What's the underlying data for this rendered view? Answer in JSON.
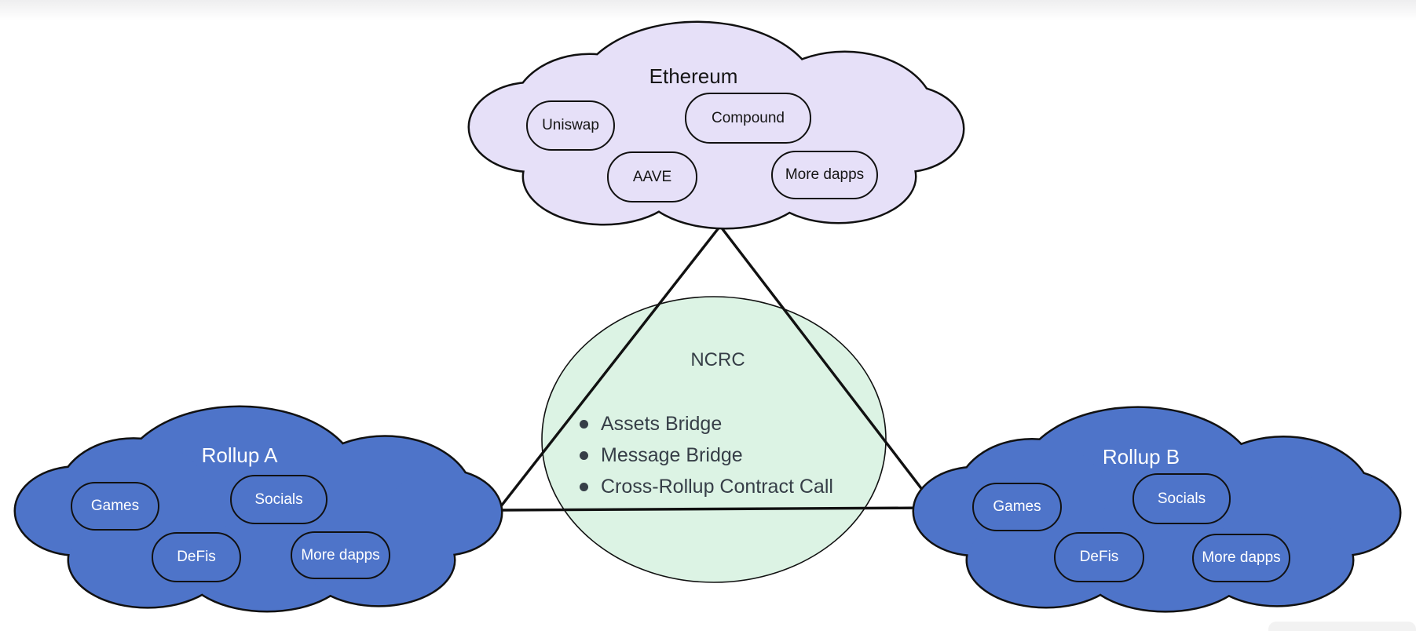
{
  "diagram": {
    "ethereum_cloud": {
      "title": "Ethereum",
      "dapps": [
        "Uniswap",
        "Compound",
        "AAVE",
        "More dapps"
      ]
    },
    "ncrc": {
      "title": "NCRC",
      "bullets": [
        "Assets Bridge",
        "Message Bridge",
        "Cross-Rollup Contract Call"
      ]
    },
    "rollup_a_cloud": {
      "title": "Rollup A",
      "dapps": [
        "Games",
        "Socials",
        "DeFis",
        "More dapps"
      ]
    },
    "rollup_b_cloud": {
      "title": "Rollup B",
      "dapps": [
        "Games",
        "Socials",
        "DeFis",
        "More dapps"
      ]
    },
    "colors": {
      "ethereum_fill": "#e6e0f8",
      "rollup_fill": "#4e74c9",
      "ncrc_fill": "#dcf3e4",
      "outline": "#111111",
      "dark_text": "#161616",
      "ncrc_text": "#363e47",
      "light_text": "#ffffff"
    }
  }
}
